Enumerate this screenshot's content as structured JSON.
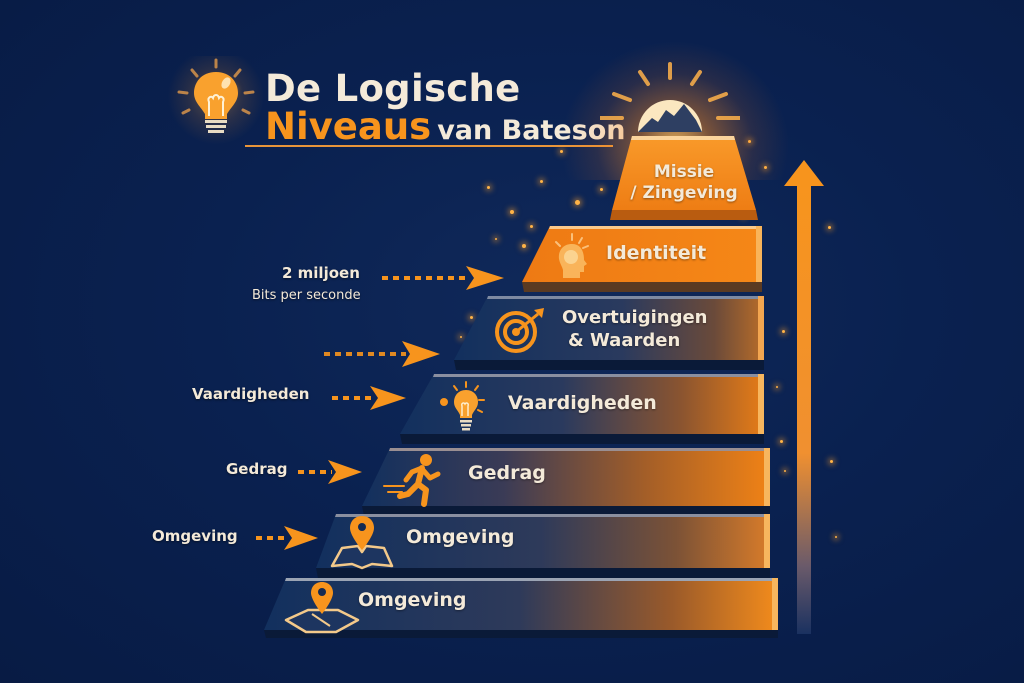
{
  "title": {
    "line1": "De Logische",
    "line2_accent": "Niveaus",
    "line2_rest": "van Bateson",
    "icon": "lightbulb-icon"
  },
  "colors": {
    "background": "#0a2150",
    "accent": "#f7941d",
    "text": "#f4ead9",
    "bar_dark": "#10305f"
  },
  "pyramid": {
    "direction_arrow": "up-arrow",
    "summit_icon": "mountain-sun-icon",
    "levels": [
      {
        "label_line1": "Missie",
        "label_line2": "/ Zingeving",
        "icon": ""
      },
      {
        "label": "Identiteit",
        "icon": "head-idea-icon"
      },
      {
        "label_line1": "Overtuigingen",
        "label_line2": "& Waarden",
        "icon": "target-icon"
      },
      {
        "label": "Vaardigheden",
        "icon": "lightbulb-icon"
      },
      {
        "label": "Gedrag",
        "icon": "running-person-icon"
      },
      {
        "label": "Omgeving",
        "icon": "map-pin-icon"
      },
      {
        "label": "Omgeving",
        "icon": "map-pin-icon"
      }
    ]
  },
  "side_labels": [
    {
      "line1": "2 miljoen",
      "line2": "Bits per seconde",
      "points_to": "Identiteit"
    },
    {
      "line1": "",
      "points_to": "Overtuigingen & Waarden"
    },
    {
      "line1": "Vaardigheden",
      "points_to": "Vaardigheden"
    },
    {
      "line1": "Gedrag",
      "points_to": "Gedrag"
    },
    {
      "line1": "Omgeving",
      "points_to": "Omgeving"
    }
  ]
}
